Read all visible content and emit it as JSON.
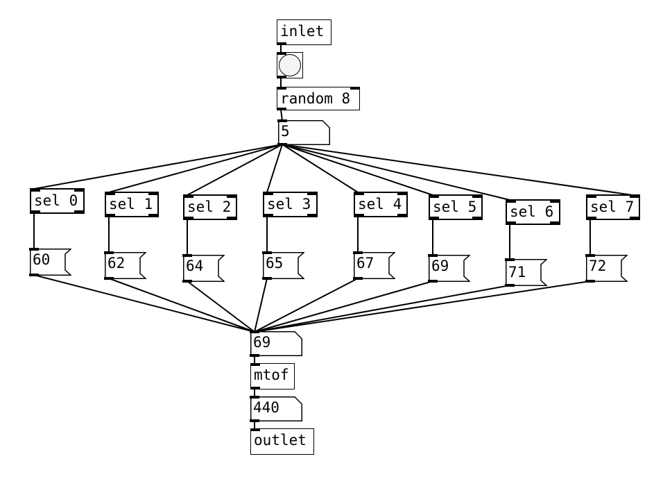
{
  "patch": {
    "inlet": {
      "label": "inlet"
    },
    "bang": {
      "icon": "bang-circle-icon"
    },
    "random": {
      "label": "random 8"
    },
    "random_out": {
      "value": "5"
    },
    "selects": [
      {
        "label": "sel 0"
      },
      {
        "label": "sel 1"
      },
      {
        "label": "sel 2"
      },
      {
        "label": "sel 3"
      },
      {
        "label": "sel 4"
      },
      {
        "label": "sel 5"
      },
      {
        "label": "sel 6"
      },
      {
        "label": "sel 7"
      }
    ],
    "messages": [
      {
        "value": "60"
      },
      {
        "value": "62"
      },
      {
        "value": "64"
      },
      {
        "value": "65"
      },
      {
        "value": "67"
      },
      {
        "value": "69"
      },
      {
        "value": "71"
      },
      {
        "value": "72"
      }
    ],
    "note_number": {
      "value": "69"
    },
    "mtof": {
      "label": "mtof"
    },
    "frequency": {
      "value": "440"
    },
    "outlet": {
      "label": "outlet"
    }
  }
}
